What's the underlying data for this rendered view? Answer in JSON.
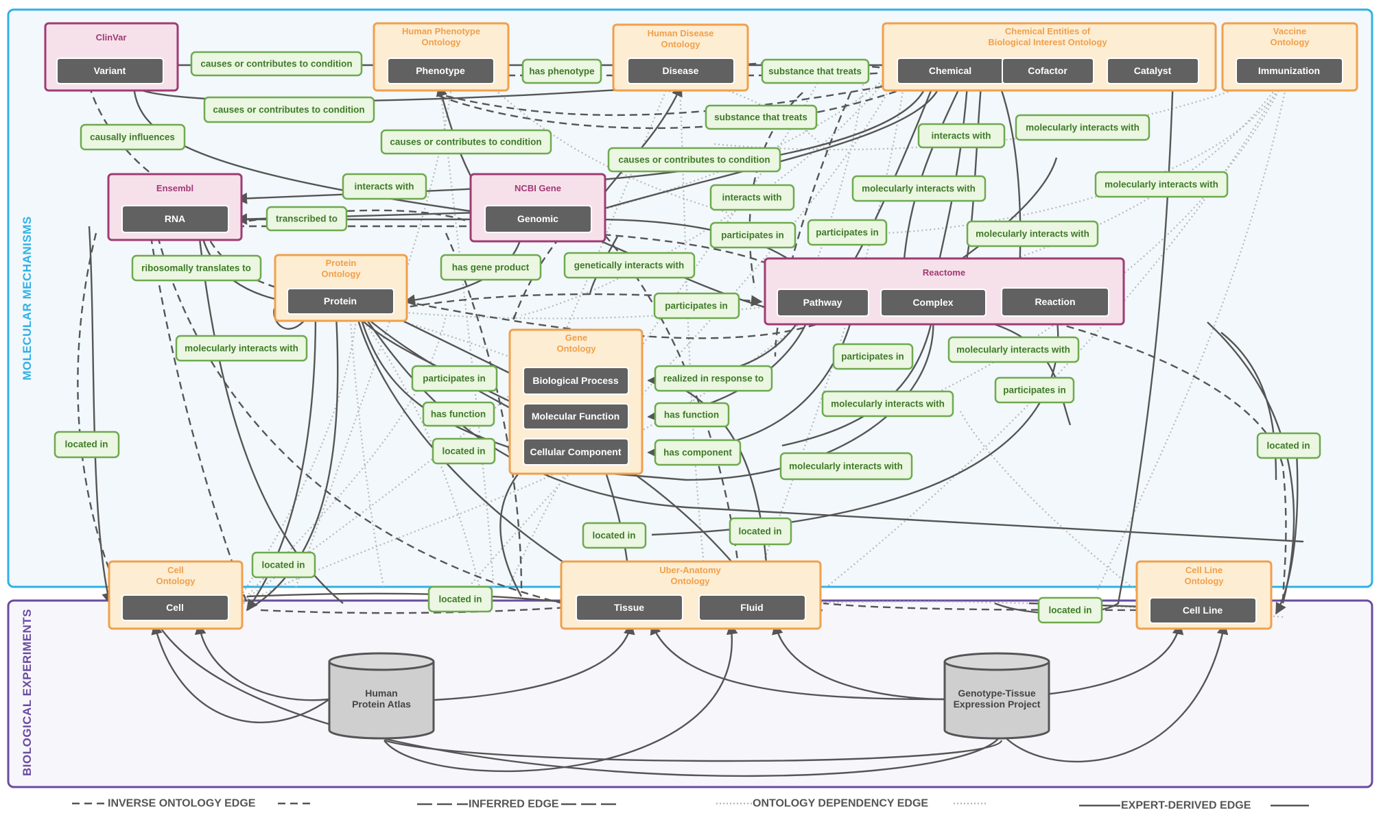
{
  "regions": {
    "molecular": "MOLECULAR MECHANISMS",
    "experiments": "BIOLOGICAL EXPERIMENTS"
  },
  "colors": {
    "molecular_border": "#2fb0e6",
    "molecular_fill": "#f2f8fb",
    "experiments_border": "#6a4aa0",
    "experiments_fill": "#f7f6fb",
    "source_border": "#a03a74",
    "source_fill": "#f6e1ea",
    "ontology_border": "#f0a04b",
    "ontology_fill": "#fdedd3",
    "source_title": "#a03a74",
    "ontology_title": "#f0a04b"
  },
  "groups": {
    "clinvar": "ClinVar",
    "hpo": [
      "Human Phenotype",
      "Ontology"
    ],
    "hdo": [
      "Human Disease",
      "Ontology"
    ],
    "chebi": [
      "Chemical Entities of",
      "Biological Interest Ontology"
    ],
    "vo": [
      "Vaccine",
      "Ontology"
    ],
    "ensembl": "Ensembl",
    "ncbi": "NCBI Gene",
    "pro": [
      "Protein",
      "Ontology"
    ],
    "reactome": "Reactome",
    "go": [
      "Gene",
      "Ontology"
    ],
    "cl": [
      "Cell",
      "Ontology"
    ],
    "uberon": [
      "Uber-Anatomy",
      "Ontology"
    ],
    "clo": [
      "Cell Line",
      "Ontology"
    ]
  },
  "nodes": {
    "variant": "Variant",
    "phenotype": "Phenotype",
    "disease": "Disease",
    "chemical": "Chemical",
    "cofactor": "Cofactor",
    "catalyst": "Catalyst",
    "immunization": "Immunization",
    "rna": "RNA",
    "genomic": "Genomic",
    "protein": "Protein",
    "pathway": "Pathway",
    "complex": "Complex",
    "reaction": "Reaction",
    "bp": "Biological Process",
    "mf": "Molecular Function",
    "cc": "Cellular Component",
    "cell": "Cell",
    "tissue": "Tissue",
    "fluid": "Fluid",
    "cellline": "Cell Line"
  },
  "databases": {
    "hpa": [
      "Human",
      "Protein Atlas"
    ],
    "gtex": [
      "Genotype-Tissue",
      "Expression Project"
    ]
  },
  "edge_labels": {
    "variant_phenotype": "causes or contributes to condition",
    "has_phenotype": "has phenotype",
    "chem_treats_1": "substance that treats",
    "variant_disease": "causes or contributes to condition",
    "chem_treats_2": "substance that treats",
    "causally_influences": "causally influences",
    "genomic_phenotype": "causes or contributes to condition",
    "genomic_disease": "causes or contributes to condition",
    "interacts_1": "interacts with",
    "interacts_2": "interacts with",
    "interacts_3": "interacts with",
    "mol_chem_1": "molecularly interacts with",
    "mol_chem_2": "molecularly interacts with",
    "mol_chem_3": "molecularly interacts with",
    "mol_chem_4": "molecularly interacts with",
    "transcribed": "transcribed to",
    "participates_1": "participates in",
    "participates_2": "participates in",
    "ribosomal": "ribosomally translates to",
    "gene_product": "has gene product",
    "genetic_interacts": "genetically interacts with",
    "participates_3": "participates in",
    "mol_protein": "molecularly interacts with",
    "participates_4": "participates in",
    "mol_complex_1": "molecularly interacts with",
    "participates_bp": "participates in",
    "realized": "realized in response to",
    "participates_5": "participates in",
    "has_function_1": "has function",
    "has_function_2": "has function",
    "mol_complex_2": "molecularly interacts with",
    "located_rna": "located in",
    "located_cc": "located in",
    "has_component": "has component",
    "mol_complex_3": "molecularly interacts with",
    "located_cellline": "located in",
    "located_tissue": "located in",
    "located_fluid": "located in",
    "located_cell": "located in",
    "located_uberon": "located in",
    "located_clo": "located in"
  },
  "legend": {
    "inverse": "INVERSE ONTOLOGY EDGE",
    "inferred": "INFERRED EDGE",
    "dependency": "ONTOLOGY DEPENDENCY EDGE",
    "expert": "EXPERT-DERIVED EDGE"
  }
}
